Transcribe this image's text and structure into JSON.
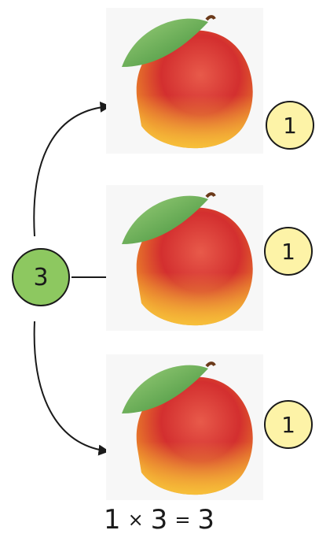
{
  "diagram": {
    "total": "3",
    "groups": [
      {
        "label": "1",
        "icon": "mango-icon"
      },
      {
        "label": "1",
        "icon": "mango-icon"
      },
      {
        "label": "1",
        "icon": "mango-icon"
      }
    ],
    "equation": {
      "factor_a": "1",
      "operator": "×",
      "factor_b": "3",
      "equals": "=",
      "result": "3"
    },
    "colors": {
      "total_circle": "#8dc860",
      "count_badge": "#fdf3a7",
      "arrow": "#1a1a1a"
    }
  }
}
